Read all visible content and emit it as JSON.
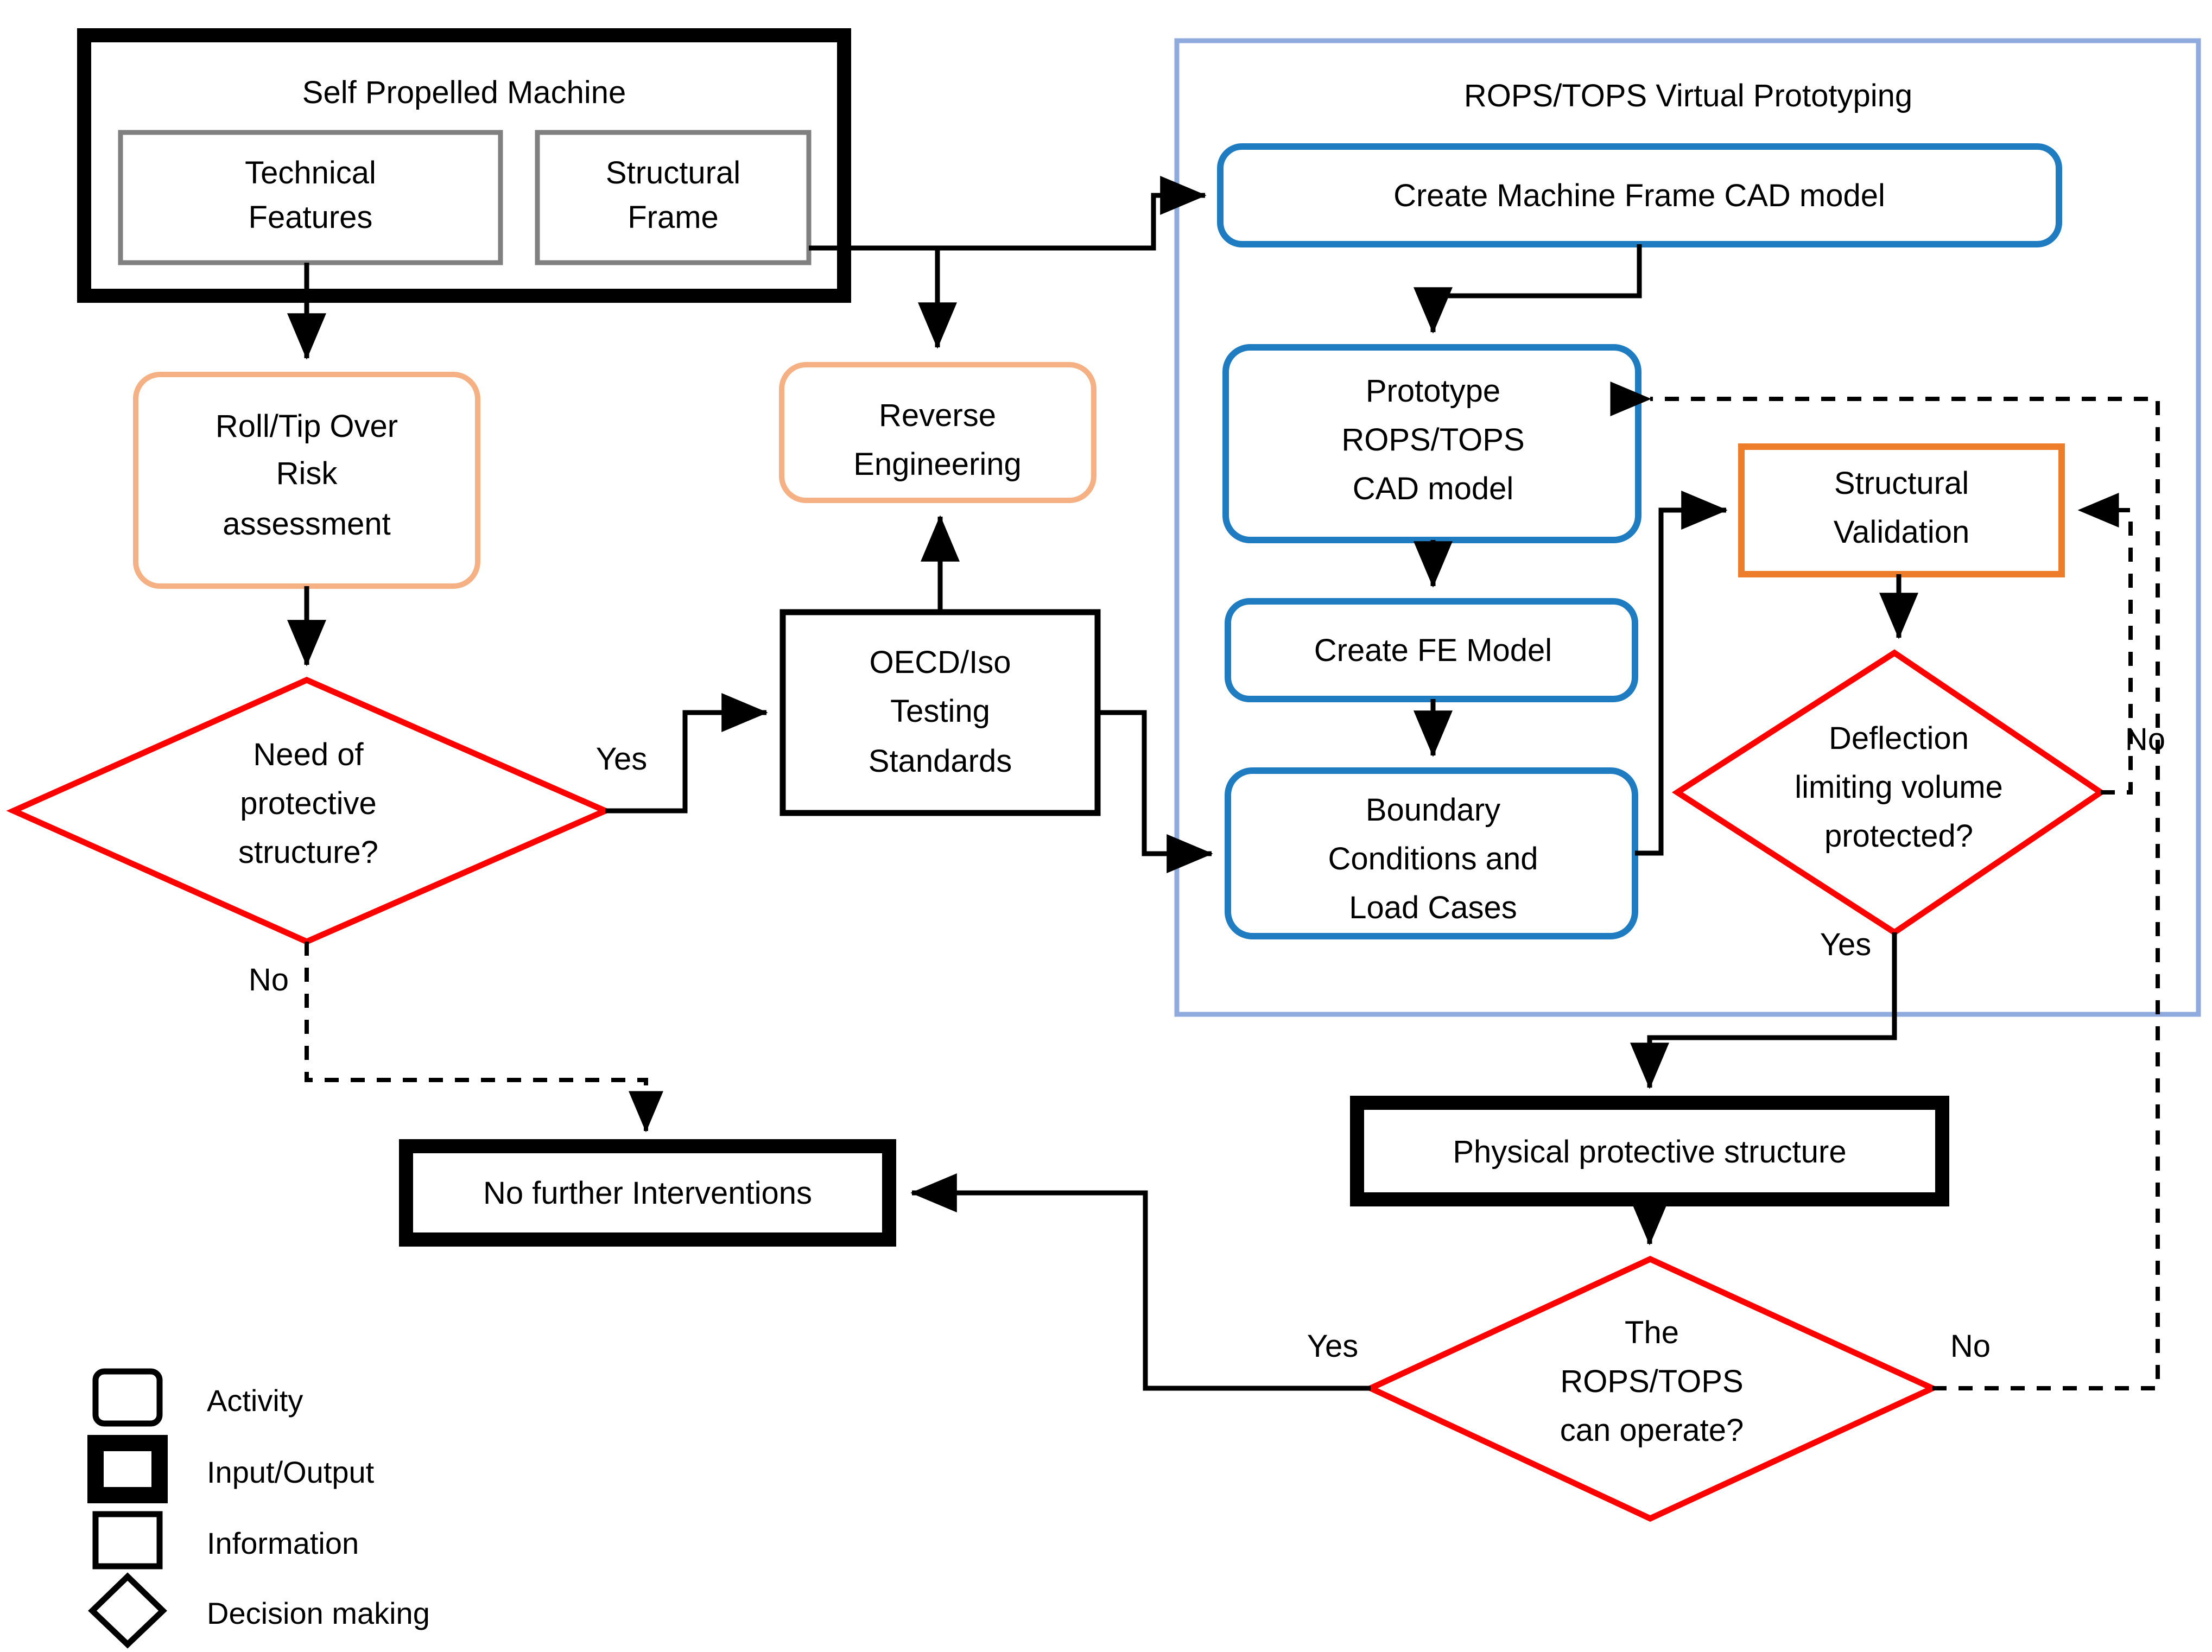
{
  "diagram": {
    "title_group_machine": "Self Propelled Machine",
    "title_group_rops": "ROPS/TOPS Virtual Prototyping",
    "nodes": {
      "technical_features": "Technical\nFeatures",
      "technical_features_l1": "Technical",
      "technical_features_l2": "Features",
      "structural_frame_l1": "Structural",
      "structural_frame_l2": "Frame",
      "roll_tip_l1": "Roll/Tip Over",
      "roll_tip_l2": "Risk",
      "roll_tip_l3": "assessment",
      "reverse_eng_l1": "Reverse",
      "reverse_eng_l2": "Engineering",
      "need_protective_l1": "Need of",
      "need_protective_l2": "protective",
      "need_protective_l3": "structure?",
      "oecd_l1": "OECD/Iso",
      "oecd_l2": "Testing",
      "oecd_l3": "Standards",
      "create_machine_frame_cad": "Create Machine Frame CAD model",
      "prototype_l1": "Prototype",
      "prototype_l2": "ROPS/TOPS",
      "prototype_l3": "CAD model",
      "create_fe_model": "Create FE Model",
      "boundary_l1": "Boundary",
      "boundary_l2": "Conditions and",
      "boundary_l3": "Load Cases",
      "structural_validation_l1": "Structural",
      "structural_validation_l2": "Validation",
      "deflection_l1": "Deflection",
      "deflection_l2": "limiting volume",
      "deflection_l3": "protected?",
      "physical_protective_structure": "Physical protective structure",
      "no_further_interventions": "No further Interventions",
      "rops_operate_l1": "The",
      "rops_operate_l2": "ROPS/TOPS",
      "rops_operate_l3": "can operate?"
    },
    "edge_labels": {
      "need_yes": "Yes",
      "need_no": "No",
      "deflection_no": "No",
      "deflection_yes": "Yes",
      "operate_yes": "Yes",
      "operate_no": "No"
    },
    "legend": [
      {
        "shape": "rounded-rect",
        "label": "Activity"
      },
      {
        "shape": "thick-rect",
        "label": "Input/Output"
      },
      {
        "shape": "thin-rect",
        "label": "Information"
      },
      {
        "shape": "diamond",
        "label": "Decision making"
      }
    ],
    "colors": {
      "activity_orange": "#F5B183",
      "activity_blue": "#1F7CC0",
      "validation_orange": "#ED7D2B",
      "decision_red": "#FF0000",
      "group_panel": "#8FAADC",
      "inner_box_gray": "#808080",
      "black": "#000000"
    }
  }
}
